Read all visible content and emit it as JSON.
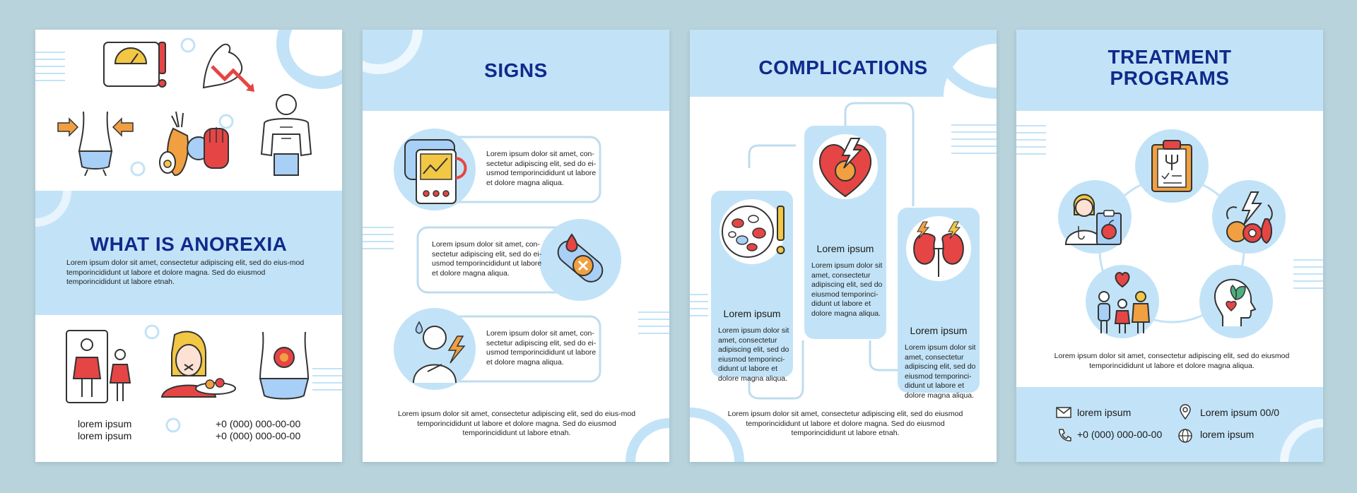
{
  "panel1": {
    "title": "WHAT IS ANOREXIA",
    "body": "Lorem ipsum dolor sit amet, consectetur adipiscing elit, sed do eius-mod temporincididunt ut labore et dolore magna. Sed do eiusmod temporincididunt ut labore etnah.",
    "contact_left_1": "lorem ipsum",
    "contact_left_2": "lorem ipsum",
    "contact_right_1": "+0 (000) 000-00-00",
    "contact_right_2": "+0 (000) 000-00-00"
  },
  "panel2": {
    "title": "SIGNS",
    "card1": "Lorem ipsum dolor sit amet, con-sectetur adipiscing elit, sed do ei-usmod temporincididunt ut labore et dolore magna aliqua.",
    "card2": "Lorem ipsum dolor sit amet, con-sectetur adipiscing elit, sed do ei-usmod temporincididunt ut labore et dolore magna aliqua.",
    "card3": "Lorem ipsum dolor sit amet, con-sectetur adipiscing elit, sed do ei-usmod temporincididunt ut labore et dolore magna aliqua.",
    "footer": "Lorem ipsum dolor sit amet, consectetur adipiscing elit, sed do eius-mod temporincididunt ut labore et dolore magna. Sed do eiusmod temporincididunt ut labore etnah."
  },
  "panel3": {
    "title": "COMPLICATIONS",
    "col1_heading": "Lorem ipsum",
    "col1_body": "Lorem ipsum dolor sit amet, consectetur adipiscing elit, sed do eiusmod temporinci-didunt ut labore et dolore magna aliqua.",
    "col2_heading": "Lorem ipsum",
    "col2_body": "Lorem ipsum dolor sit amet, consectetur adipiscing elit, sed do eiusmod temporinci-didunt ut labore et dolore magna aliqua.",
    "col3_heading": "Lorem ipsum",
    "col3_body": "Lorem ipsum dolor sit amet, consectetur adipiscing elit, sed do eiusmod temporinci-didunt ut labore et dolore magna aliqua.",
    "footer": "Lorem ipsum dolor sit amet, consectetur adipiscing elit, sed do eiusmod temporincididunt ut labore et dolore magna. Sed do eiusmod temporincididunt ut labore etnah."
  },
  "panel4": {
    "title_line1": "TREATMENT",
    "title_line2": "PROGRAMS",
    "body": "Lorem ipsum dolor sit amet, consectetur adipiscing elit, sed do eiusmod temporincididunt ut labore et dolore magna aliqua.",
    "email": "lorem ipsum",
    "phone": "+0 (000) 000-00-00",
    "address": "Lorem ipsum 00/0",
    "web": "lorem ipsum"
  },
  "colors": {
    "navy": "#102a8c",
    "light_blue": "#c2e3f7",
    "accent_red": "#e64545",
    "accent_orange": "#f0a040",
    "accent_yellow": "#f2c744"
  }
}
